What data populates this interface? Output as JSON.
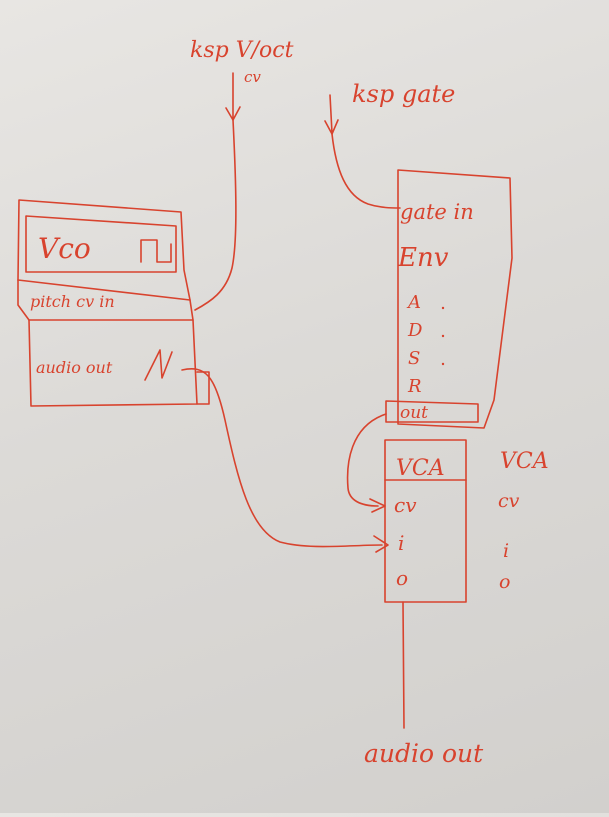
{
  "ink_color": "#d8432e",
  "inputs": {
    "voct": {
      "label": "ksp V/oct",
      "sublabel": "cv"
    },
    "gate": {
      "label": "ksp gate"
    }
  },
  "vco": {
    "title": "Vco",
    "waveform_icon": "square-wave-icon",
    "pitch_port": "pitch cv in",
    "audio_port": "audio out",
    "audio_wave_icon": "saw-wave-icon"
  },
  "env": {
    "gate_port": "gate in",
    "title": "Env",
    "stages": [
      "A",
      "D",
      "S",
      "R"
    ],
    "out_port": "out"
  },
  "vca": {
    "title": "VCA",
    "ports": [
      "cv",
      "i",
      "o"
    ],
    "side_title": "VCA",
    "side_ports": [
      "cv",
      "i",
      "o"
    ]
  },
  "output": {
    "label": "audio out"
  }
}
